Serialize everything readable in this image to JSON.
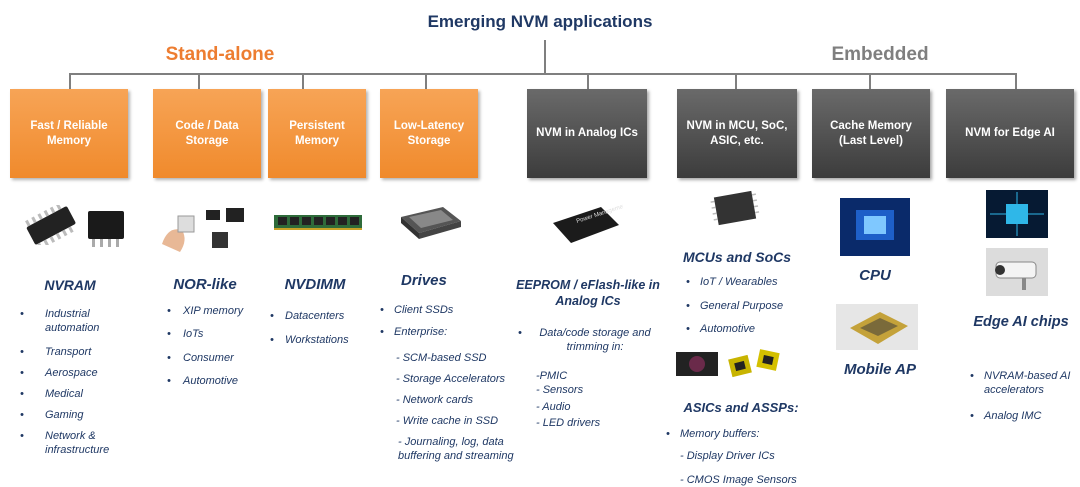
{
  "title": "Emerging NVM applications",
  "groups": {
    "standalone": "Stand-alone",
    "embedded": "Embedded"
  },
  "boxes": [
    "Fast / Reliable Memory",
    "Code / Data Storage",
    "Persistent Memory",
    "Low-Latency Storage",
    "NVM in Analog ICs",
    "NVM in MCU, SoC, ASIC, etc.",
    "Cache Memory (Last Level)",
    "NVM for Edge AI"
  ],
  "categories": {
    "nvram": "NVRAM",
    "norlike": "NOR-like",
    "nvdimm": "NVDIMM",
    "drives": "Drives",
    "eeprom": "EEPROM / eFlash-like in Analog ICs",
    "mcus": "MCUs and SoCs",
    "asics": "ASICs and ASSPs:",
    "cpu": "CPU",
    "mobile": "Mobile AP",
    "edge": "Edge AI chips"
  },
  "lists": {
    "nvram": [
      "Industrial automation",
      "Transport",
      "Aerospace",
      "Medical",
      "Gaming",
      "Network & infrastructure"
    ],
    "norlike": [
      "XIP memory",
      "IoTs",
      "Consumer",
      "Automotive"
    ],
    "nvdimm": [
      "Datacenters",
      "Workstations"
    ],
    "drives": [
      "Client SSDs",
      "Enterprise:"
    ],
    "drives_sub": [
      "- SCM-based SSD",
      "- Storage Accelerators",
      "- Network cards",
      "- Write cache in SSD",
      "- Journaling, log, data buffering and streaming"
    ],
    "eeprom": [
      "Data/code storage and trimming in:"
    ],
    "eeprom_sub": [
      "-PMIC",
      "- Sensors",
      "- Audio",
      "- LED drivers"
    ],
    "mcus": [
      "IoT / Wearables",
      "General Purpose",
      "Automotive"
    ],
    "asics": [
      "Memory buffers:"
    ],
    "asics_sub": [
      "- Display Driver ICs",
      "- CMOS Image Sensors"
    ],
    "edge": [
      "NVRAM-based AI accelerators",
      "Analog IMC"
    ]
  },
  "chip_label": "Power Management",
  "colors": {
    "orange": "#ed7d31",
    "navy": "#1f3864",
    "gray": "#7f7f7f"
  }
}
